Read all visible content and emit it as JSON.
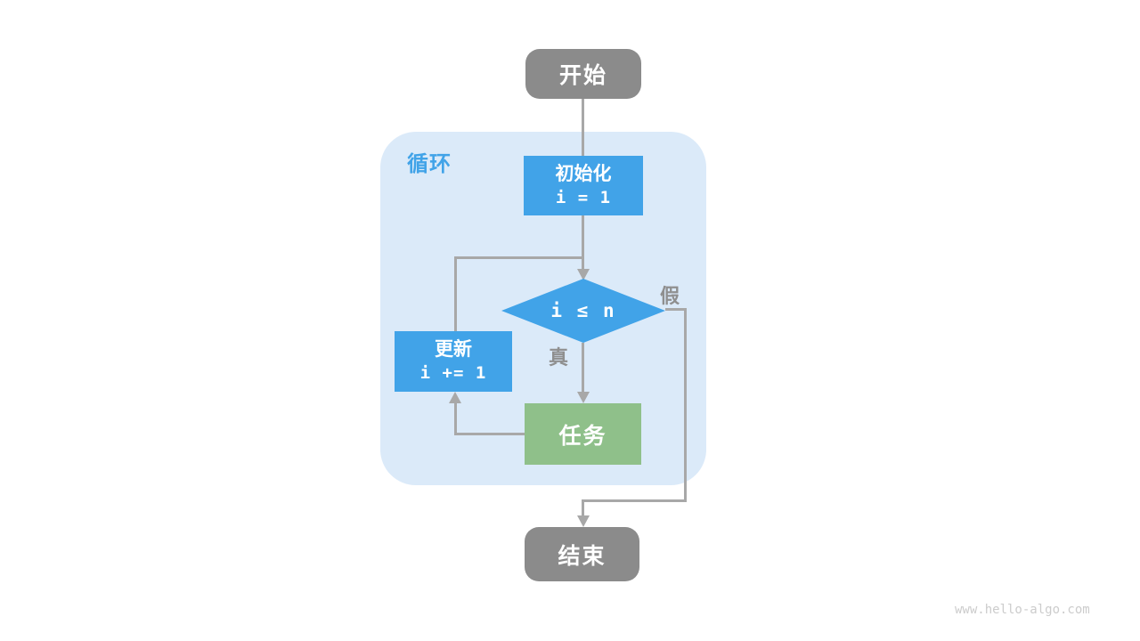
{
  "flowchart": {
    "loop_label": "循环",
    "nodes": {
      "start": {
        "label": "开始"
      },
      "init": {
        "label": "初始化",
        "code": "i = 1"
      },
      "condition": {
        "label": "i ≤ n"
      },
      "update": {
        "label": "更新",
        "code": "i += 1"
      },
      "task": {
        "label": "任务"
      },
      "end": {
        "label": "结束"
      }
    },
    "edge_labels": {
      "true": "真",
      "false": "假"
    },
    "colors": {
      "node_gray": "#8b8b8b",
      "accent_blue": "#41a3e8",
      "loop_bg": "#dbeaf9",
      "task_green": "#8fc08a",
      "line_gray": "#a8a8a8",
      "edge_label_gray": "#8f8f8f",
      "watermark_gray": "#cccccc",
      "text_white": "#ffffff"
    }
  },
  "page": {
    "watermark": "www.hello-algo.com"
  }
}
